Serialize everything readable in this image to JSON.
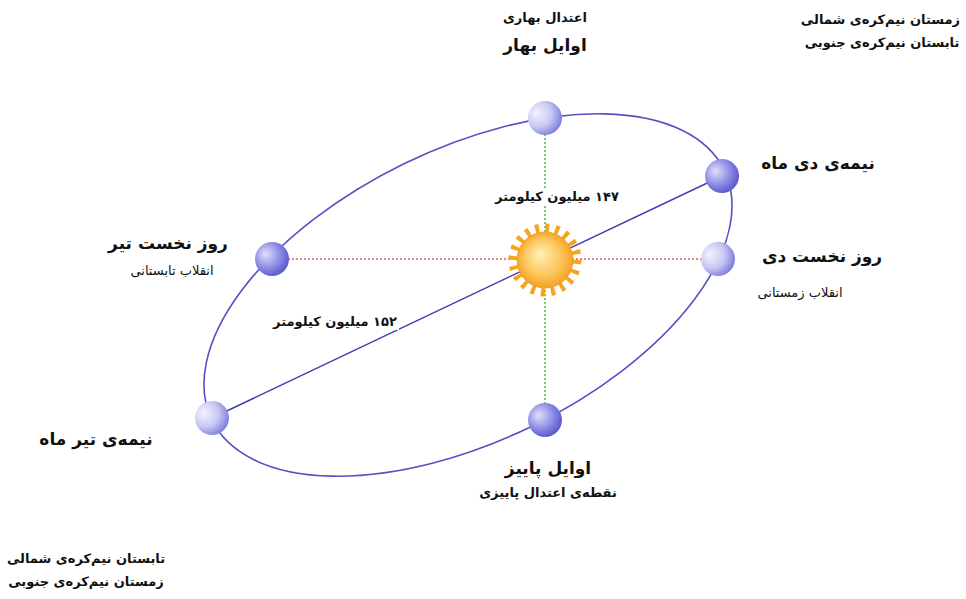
{
  "diagram": {
    "labels": [
      "زمستان نیم‌کره‌ی شمالی",
      "تابستان نیم‌کره‌ی جنوبی",
      "اعتدال بهاری",
      "اوایل بهار",
      "نیمه‌ی دی ماه",
      "۱۴۷ میلیون کیلومتر",
      "روز نخست تیر",
      "انقلاب تابستانی",
      "روز نخست دی",
      "انقلاب زمستانی",
      "۱۵۲ میلیون کیلومتر",
      "نیمه‌ی تیر ماه",
      "اوایل پاییز",
      "نقطه‌ی اعتدال پاییزی",
      "تابستان نیم‌کره‌ی شمالی",
      "زمستان نیم‌کره‌ی جنوبی"
    ]
  }
}
